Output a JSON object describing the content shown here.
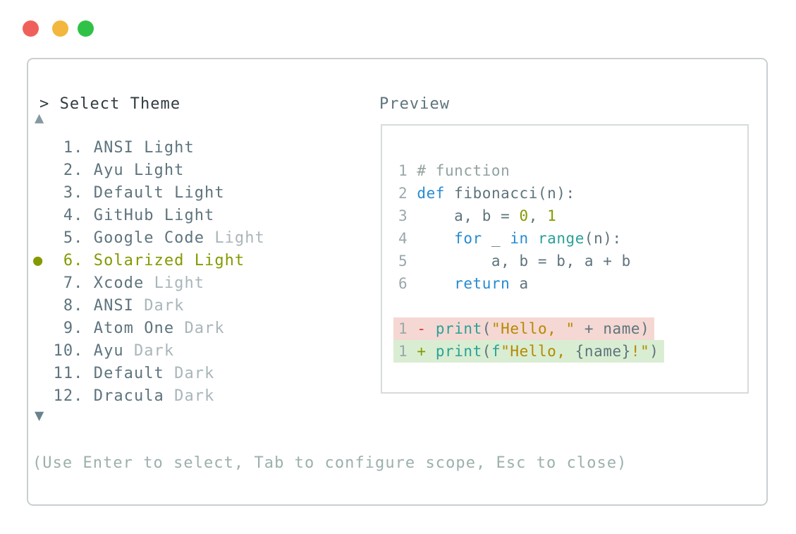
{
  "window": {
    "traffic_lights": [
      {
        "name": "close-button",
        "color": "#f0605a"
      },
      {
        "name": "minimize-button",
        "color": "#f2b73c"
      },
      {
        "name": "zoom-button",
        "color": "#2fc247"
      }
    ]
  },
  "palette": {
    "prompt_text": "#313b3f",
    "list_name": "#5e747d",
    "list_dim": "#a9b6ba",
    "selected": "#859900",
    "arrow_up": "#8599a1",
    "arrow_down": "#6b828c",
    "hint": "#9cb0ad",
    "panel_border": "#c9cfd2",
    "preview_border": "#d7dbdd",
    "code_base": "#5e747d",
    "line_number": "#9aa8ac",
    "comment": "#93a1a1",
    "keyword": "#268bd2",
    "function": "#2aa198",
    "string": "#b58900",
    "number": "#859900",
    "removed_sign": "#dc322f",
    "added_sign": "#859900",
    "removed_bg": "#f5d8d3",
    "added_bg": "#d9edd2"
  },
  "selector": {
    "prompt": "> Select Theme",
    "scroll_up_icon": "▲",
    "scroll_down_icon": "▼",
    "hint": "(Use Enter to select, Tab to configure scope, Esc to close)",
    "selected_bullet_icon": "●",
    "items": [
      {
        "num": "1",
        "name": "ANSI",
        "variant": "Light",
        "variant_dim": false,
        "selected": false
      },
      {
        "num": "2",
        "name": "Ayu",
        "variant": "Light",
        "variant_dim": false,
        "selected": false
      },
      {
        "num": "3",
        "name": "Default",
        "variant": "Light",
        "variant_dim": false,
        "selected": false
      },
      {
        "num": "4",
        "name": "GitHub",
        "variant": "Light",
        "variant_dim": false,
        "selected": false
      },
      {
        "num": "5",
        "name": "Google Code",
        "variant": "Light",
        "variant_dim": true,
        "selected": false
      },
      {
        "num": "6",
        "name": "Solarized",
        "variant": "Light",
        "variant_dim": false,
        "selected": true
      },
      {
        "num": "7",
        "name": "Xcode",
        "variant": "Light",
        "variant_dim": true,
        "selected": false
      },
      {
        "num": "8",
        "name": "ANSI",
        "variant": "Dark",
        "variant_dim": true,
        "selected": false
      },
      {
        "num": "9",
        "name": "Atom One",
        "variant": "Dark",
        "variant_dim": true,
        "selected": false
      },
      {
        "num": "10",
        "name": "Ayu",
        "variant": "Dark",
        "variant_dim": true,
        "selected": false
      },
      {
        "num": "11",
        "name": "Default",
        "variant": "Dark",
        "variant_dim": true,
        "selected": false
      },
      {
        "num": "12",
        "name": "Dracula",
        "variant": "Dark",
        "variant_dim": true,
        "selected": false
      }
    ]
  },
  "preview": {
    "label": "Preview",
    "code_lines": [
      {
        "num": "1",
        "tokens": [
          {
            "t": "# function",
            "c": "comment"
          }
        ]
      },
      {
        "num": "2",
        "tokens": [
          {
            "t": "def",
            "c": "keyword"
          },
          {
            "t": " fibonacci(n):",
            "c": "code_base"
          }
        ]
      },
      {
        "num": "3",
        "tokens": [
          {
            "t": "    a, b = ",
            "c": "code_base"
          },
          {
            "t": "0",
            "c": "number"
          },
          {
            "t": ", ",
            "c": "code_base"
          },
          {
            "t": "1",
            "c": "number"
          }
        ]
      },
      {
        "num": "4",
        "tokens": [
          {
            "t": "    ",
            "c": "code_base"
          },
          {
            "t": "for",
            "c": "keyword"
          },
          {
            "t": " _ ",
            "c": "code_base"
          },
          {
            "t": "in",
            "c": "keyword"
          },
          {
            "t": " ",
            "c": "code_base"
          },
          {
            "t": "range",
            "c": "function"
          },
          {
            "t": "(n):",
            "c": "code_base"
          }
        ]
      },
      {
        "num": "5",
        "tokens": [
          {
            "t": "        a, b = b, a + b",
            "c": "code_base"
          }
        ]
      },
      {
        "num": "6",
        "tokens": [
          {
            "t": "    ",
            "c": "code_base"
          },
          {
            "t": "return",
            "c": "keyword"
          },
          {
            "t": " a",
            "c": "code_base"
          }
        ]
      }
    ],
    "diff_lines": [
      {
        "num": "1",
        "kind": "removed",
        "tokens": [
          {
            "t": "1",
            "c": "line_number"
          },
          {
            "t": " ",
            "c": "code_base"
          },
          {
            "t": "-",
            "c": "removed_sign"
          },
          {
            "t": " ",
            "c": "code_base"
          },
          {
            "t": "print",
            "c": "function"
          },
          {
            "t": "(",
            "c": "code_base"
          },
          {
            "t": "\"Hello, \"",
            "c": "string"
          },
          {
            "t": " + name)",
            "c": "code_base"
          }
        ]
      },
      {
        "num": "1",
        "kind": "added",
        "tokens": [
          {
            "t": "1",
            "c": "line_number"
          },
          {
            "t": " ",
            "c": "code_base"
          },
          {
            "t": "+",
            "c": "added_sign"
          },
          {
            "t": " ",
            "c": "code_base"
          },
          {
            "t": "print",
            "c": "function"
          },
          {
            "t": "(",
            "c": "code_base"
          },
          {
            "t": "f",
            "c": "function"
          },
          {
            "t": "\"Hello, ",
            "c": "string"
          },
          {
            "t": "{name}",
            "c": "code_base"
          },
          {
            "t": "!\"",
            "c": "string"
          },
          {
            "t": ")",
            "c": "code_base"
          }
        ]
      }
    ]
  }
}
